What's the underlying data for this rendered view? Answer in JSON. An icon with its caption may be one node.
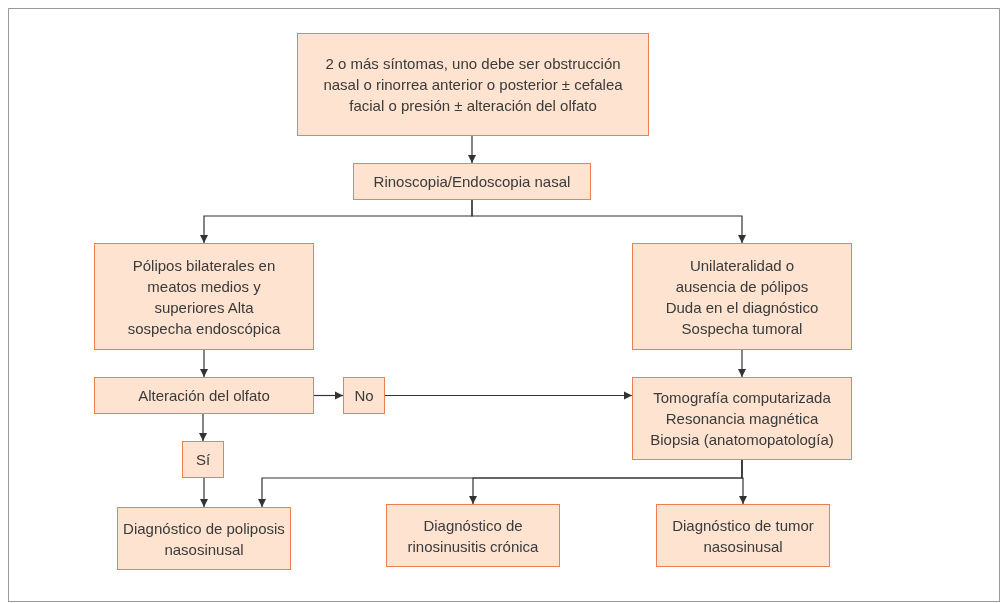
{
  "diagram": {
    "nodes": [
      {
        "text": [
          "2 o más síntomas, uno debe ser obstrucción nasal o rinorrea anterior o posterior ± cefalea facial o presión ± alteración del olfato"
        ]
      },
      {
        "text": [
          "Rinoscopia/Endoscopia nasal"
        ]
      },
      {
        "text": [
          "Pólipos bilaterales en meatos medios y superiores Alta sospecha endoscópica"
        ]
      },
      {
        "text": [
          "Unilateralidad o ausencia de pólipos Duda en el diagnóstico Sospecha tumoral"
        ]
      },
      {
        "text": [
          "Alteración del olfato"
        ]
      },
      {
        "text": [
          "No"
        ]
      },
      {
        "text": [
          "Tomografía computarizada Resonancia magnética Biopsia (anatomopatología)"
        ]
      },
      {
        "text": [
          "Sí"
        ]
      },
      {
        "text": [
          "Diagnóstico de poliposis nasosinusal"
        ]
      },
      {
        "text": [
          "Diagnóstico de rinosinusitis crónica"
        ]
      },
      {
        "text": [
          "Diagnóstico de tumor nasosinusal"
        ]
      }
    ],
    "edges": [
      {
        "from": 0,
        "to": 1,
        "arrow": "to"
      },
      {
        "from": 1,
        "to": 2,
        "arrow": "to"
      },
      {
        "from": 1,
        "to": 3,
        "arrow": "to"
      },
      {
        "from": 2,
        "to": 4,
        "arrow": "to"
      },
      {
        "from": 3,
        "to": 6,
        "arrow": "to"
      },
      {
        "from": 4,
        "to": 5,
        "arrow": "to"
      },
      {
        "from": 5,
        "to": 6,
        "arrow": "to"
      },
      {
        "from": 4,
        "to": 7,
        "arrow": "to"
      },
      {
        "from": 7,
        "to": 8,
        "arrow": "to"
      },
      {
        "from": 6,
        "to": 8,
        "arrow": "to"
      },
      {
        "from": 6,
        "to": 9,
        "arrow": "to"
      },
      {
        "from": 6,
        "to": 10,
        "arrow": "to"
      }
    ]
  }
}
